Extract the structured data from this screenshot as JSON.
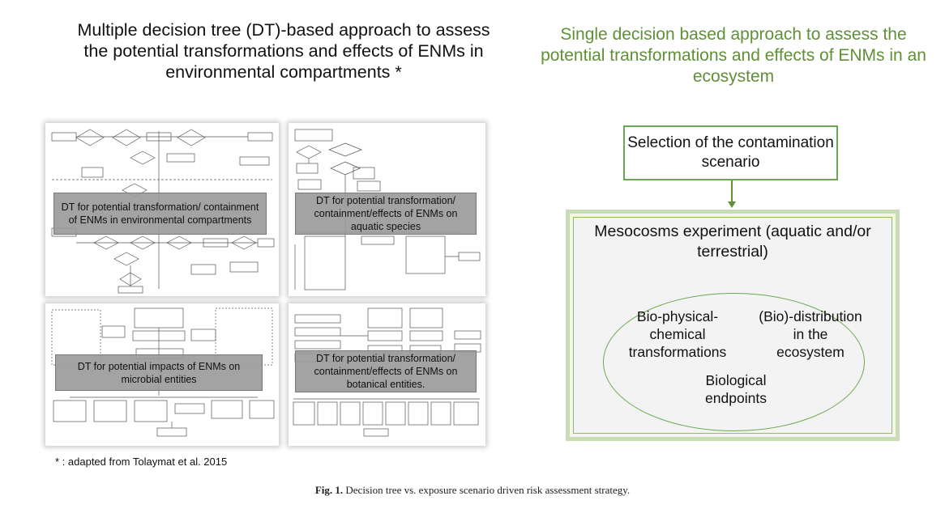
{
  "left_title": "Multiple decision tree (DT)-based approach to assess the potential transformations and effects of ENMs in environmental compartments *",
  "right_title": "Single decision based approach to assess the potential transformations and effects of ENMs in an ecosystem",
  "panels": [
    {
      "label": "DT for potential transformation/ containment of ENMs in environmental compartments"
    },
    {
      "label": "DT for potential transformation/ containment/effects of ENMs on aquatic species"
    },
    {
      "label": "DT for potential impacts of ENMs on microbial entities"
    },
    {
      "label": "DT for potential transformation/ containment/effects of ENMs on botanical entities."
    }
  ],
  "footnote": "* : adapted from Tolaymat et al. 2015",
  "caption": {
    "label": "Fig. 1.",
    "text": "Decision tree vs. exposure scenario driven risk assessment strategy."
  },
  "right_diagram": {
    "selection_box": "Selection of the contamination scenario",
    "mesocosm_title": "Mesocosms experiment (aquatic and/or terrestrial)",
    "item_transformations": "Bio-physical-chemical transformations",
    "item_distribution": "(Bio)-distribution in the ecosystem",
    "item_endpoints": "Biological endpoints"
  },
  "colors": {
    "green_text": "#5f8f37",
    "green_border": "#6aa84f",
    "light_green": "#c9ddb5",
    "overlay_gray": "#9b9b9b"
  }
}
